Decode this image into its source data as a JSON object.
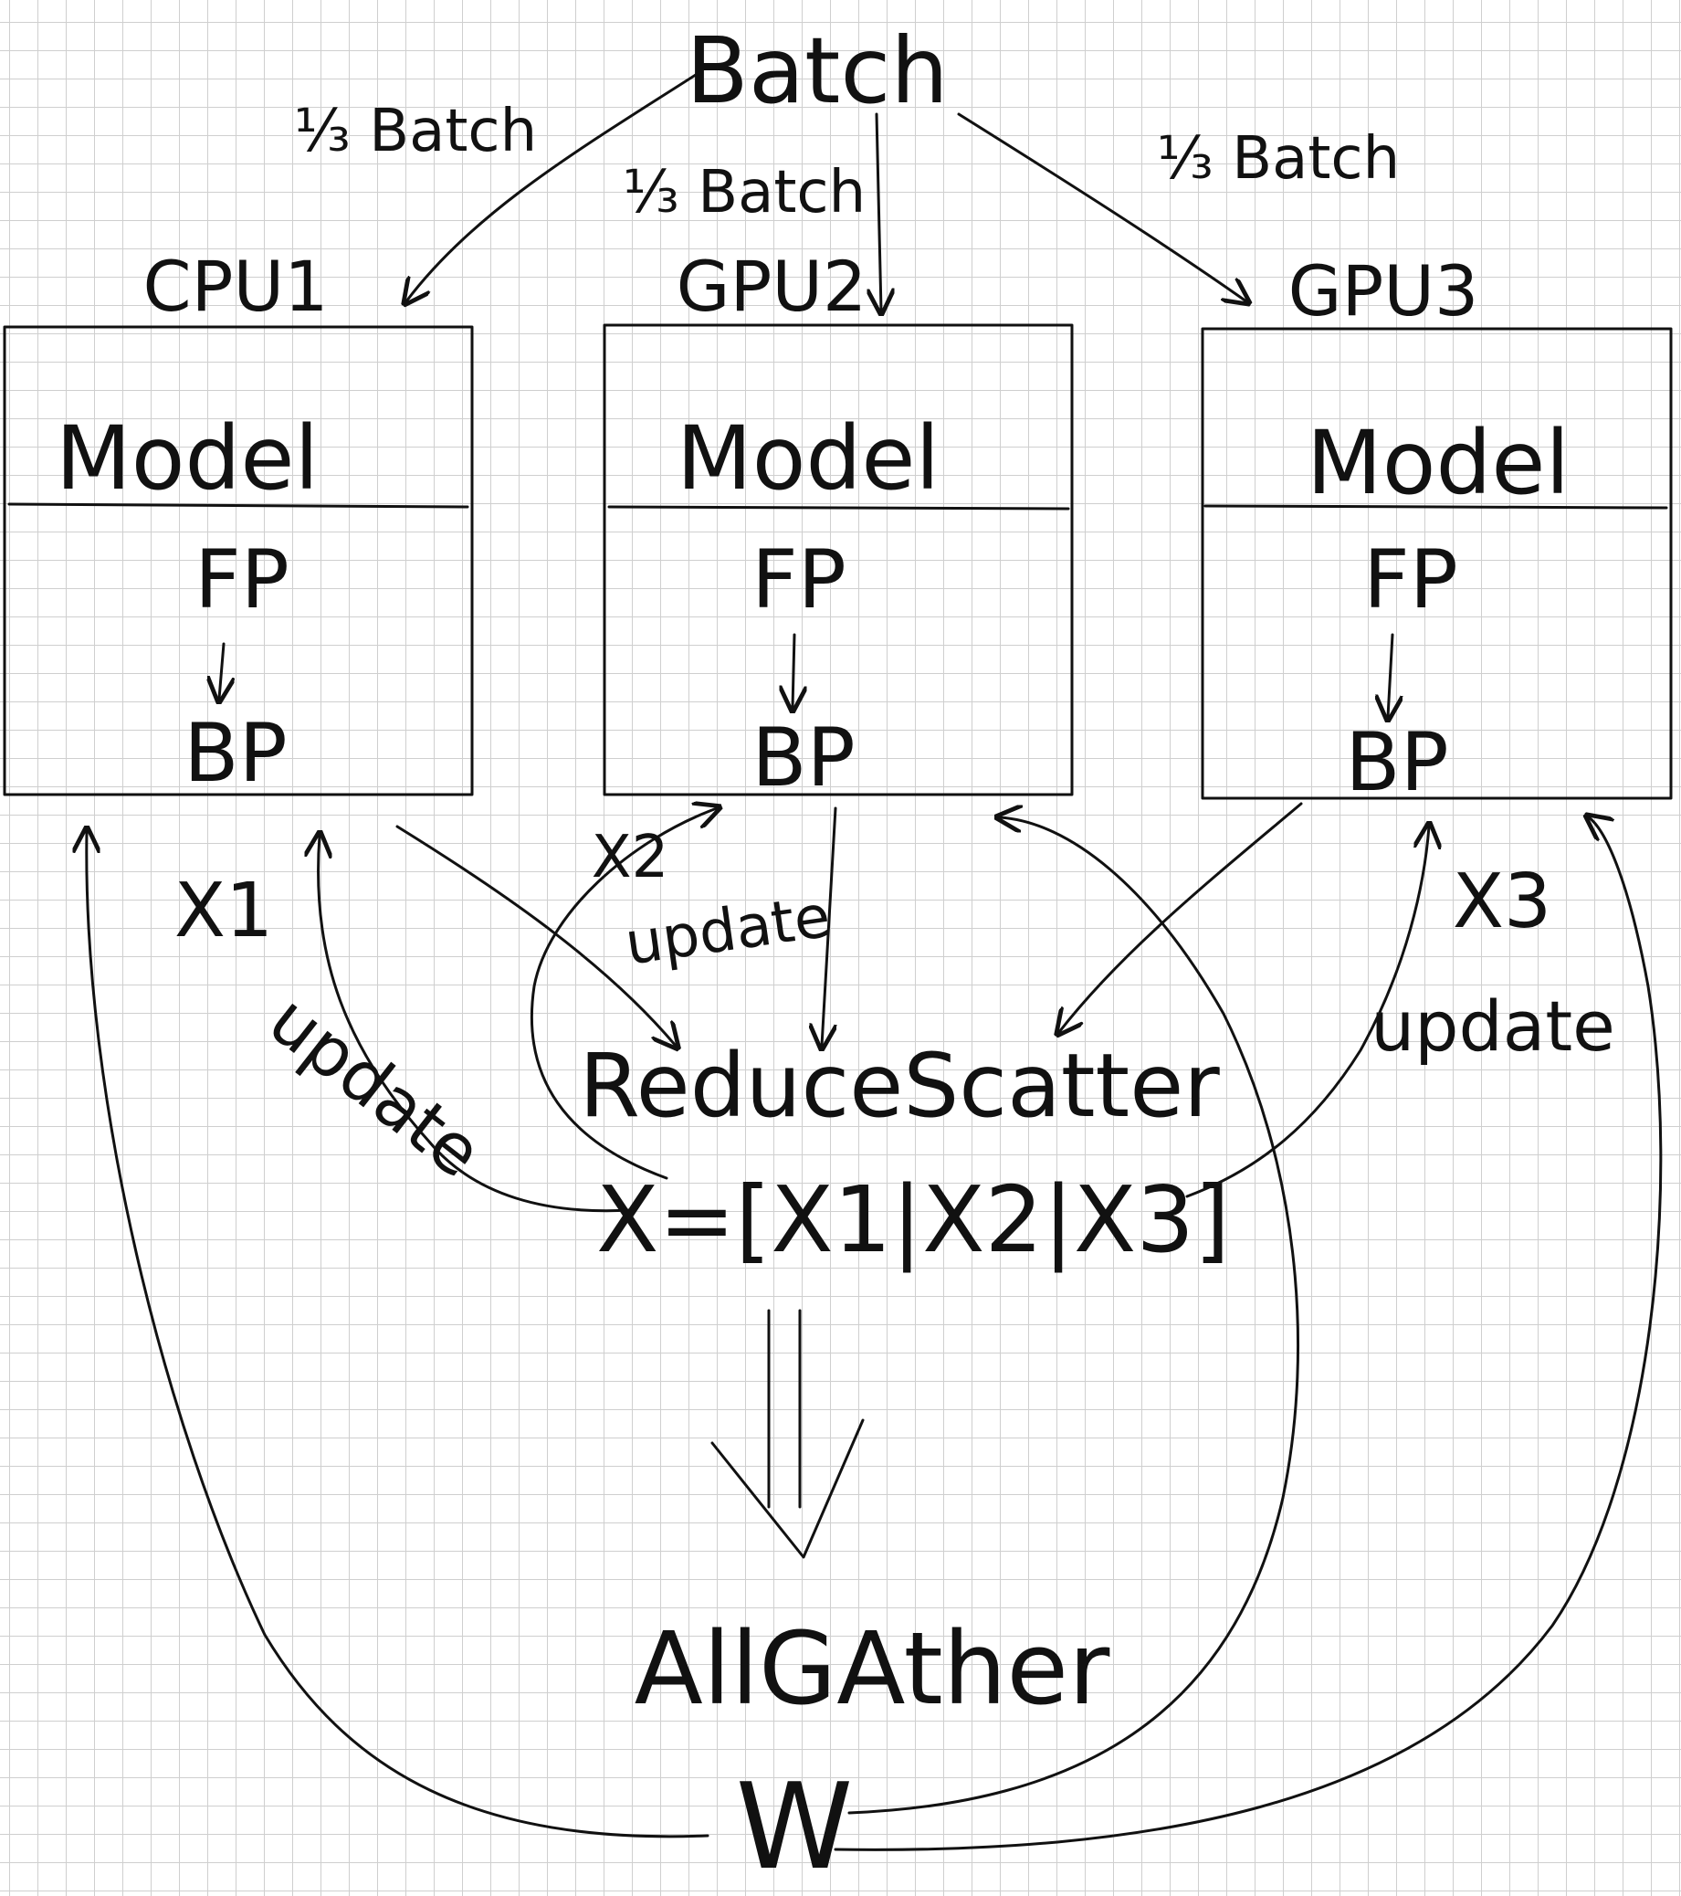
{
  "colors": {
    "ink": "#111111",
    "paper": "#ffffff",
    "grid": "#cfcfcf"
  },
  "labels": {
    "batch": "Batch",
    "one_third_batch_left": "⅓ Batch",
    "one_third_batch_middle": "⅓ Batch",
    "one_third_batch_right": "⅓ Batch",
    "reduce_scatter": "ReduceScatter",
    "x_partition": "X=[X1|X2|X3]",
    "all_gather": "AllGAther",
    "w": "W"
  },
  "devices": [
    {
      "name": "CPU1",
      "model": "Model",
      "fp": "FP",
      "bp": "BP",
      "shard": "X1",
      "update": "update"
    },
    {
      "name": "GPU2",
      "model": "Model",
      "fp": "FP",
      "bp": "BP",
      "shard": "X2",
      "update": "update"
    },
    {
      "name": "GPU3",
      "model": "Model",
      "fp": "FP",
      "bp": "BP",
      "shard": "X3",
      "update": "update"
    }
  ]
}
